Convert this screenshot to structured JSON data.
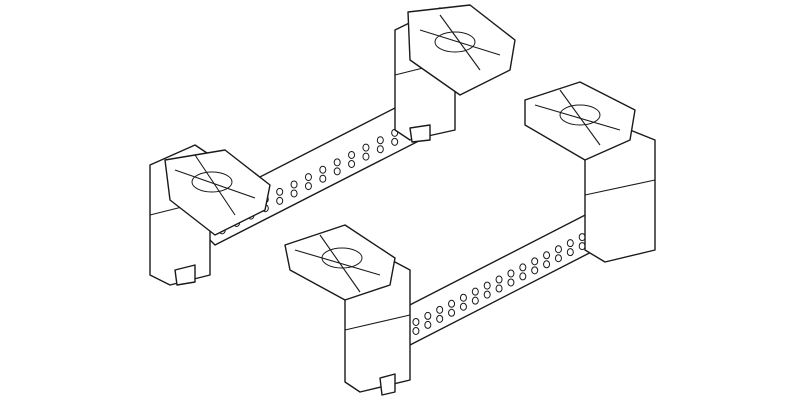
{
  "drawing": {
    "line_color": "#1a1a1a",
    "background": "#ffffff",
    "assemblies": [
      {
        "hole_rows": 2,
        "hole_cols": 16
      },
      {
        "hole_rows": 2,
        "hole_cols": 16
      }
    ]
  }
}
